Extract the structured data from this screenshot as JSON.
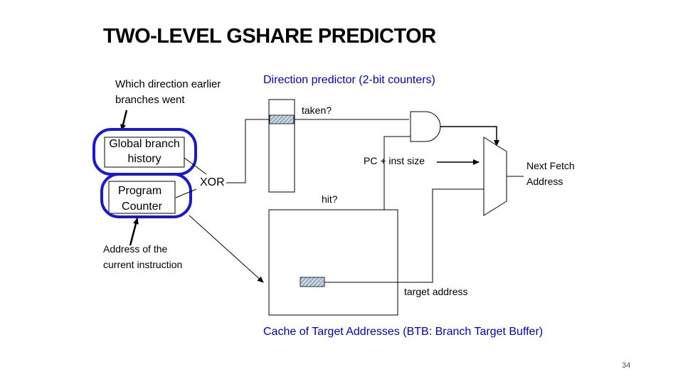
{
  "title": "TWO-LEVEL GSHARE PREDICTOR",
  "labels": {
    "which_direction": "Which direction earlier",
    "which_direction_2": "branches went",
    "direction_predictor": "Direction predictor (2-bit counters)",
    "taken": "taken?",
    "global_history_1": "Global branch",
    "global_history_2": "history",
    "pc_1": "Program",
    "pc_2": "Counter",
    "xor": "XOR",
    "pc_plus_inst": "PC + inst size",
    "next_fetch_1": "Next Fetch",
    "next_fetch_2": "Address",
    "hit": "hit?",
    "address_current_1": "Address of the",
    "address_current_2": "current instruction",
    "target_address": "target address",
    "btb_caption": "Cache of Target Addresses (BTB: Branch Target Buffer)"
  },
  "page_number": "34",
  "colors": {
    "caption_blue": "#0000cc",
    "highlight_ring": "#1a1acc",
    "line": "#000000",
    "hatch": "#5a7fa0"
  }
}
